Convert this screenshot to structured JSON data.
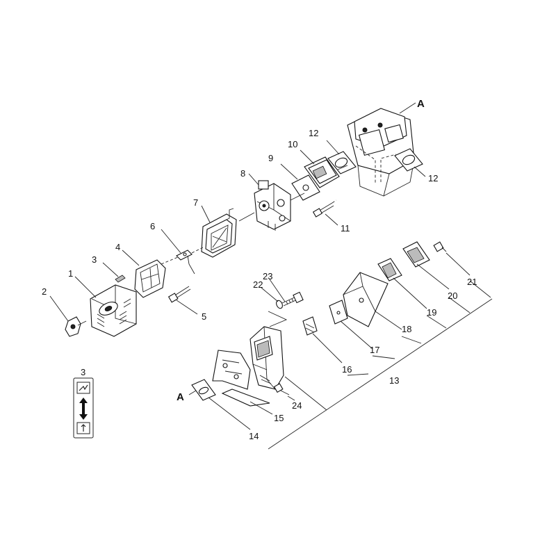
{
  "diagram": {
    "labels": {
      "p1": "1",
      "p2": "2",
      "p3": "3",
      "p4": "4",
      "p5": "5",
      "p6": "6",
      "p7": "7",
      "p8": "8",
      "p9": "9",
      "p10": "10",
      "p11": "11",
      "p12a": "12",
      "p12b": "12",
      "p13": "13",
      "p14": "14",
      "p15": "15",
      "p16": "16",
      "p17": "17",
      "p18": "18",
      "p19": "19",
      "p20": "20",
      "p21": "21",
      "p22": "22",
      "p23": "23",
      "p24": "24",
      "ref_a_top": "A",
      "ref_a_bottom": "A",
      "legend_number": "3"
    }
  }
}
